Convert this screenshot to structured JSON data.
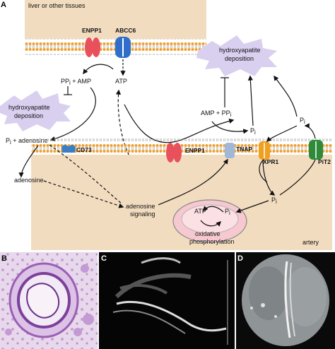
{
  "panel_a": {
    "letter": "A",
    "top_membrane_label": "liver or other tissues",
    "proteins": {
      "enpp1_top": "ENPP1",
      "abcc6": "ABCC6",
      "cd73": "CD73",
      "enpp1_bottom": "ENPP1",
      "tnap": "TNAP",
      "xpr1": "XPR1",
      "pit2": "PiT2"
    },
    "hydroxyapatite_left": [
      "hydroxyapatite",
      "deposition"
    ],
    "hydroxyapatite_right": [
      "hydroxyapatite",
      "deposition"
    ],
    "ppi_amp": "PP",
    "ppi_amp_sub": "i",
    "ppi_amp_rest": " + AMP",
    "atp_top": "ATP",
    "pi_adenosine": "P",
    "pi_adenosine_sub": "i",
    "pi_adenosine_rest": " + adenosine",
    "amp_ppi": "AMP + PP",
    "amp_ppi_sub": "i",
    "pi_mid": "P",
    "pi_mid_sub": "i",
    "pi_right": "P",
    "pi_right_sub": "i",
    "pi_bottom": "P",
    "pi_bottom_sub": "i",
    "adenosine": "adenosine",
    "adenosine_signaling": [
      "adenosine",
      "signaling"
    ],
    "mito_atp": "ATP",
    "mito_pi": "P",
    "mito_pi_sub": "i",
    "oxphos": [
      "oxidative",
      "phosphorylation"
    ],
    "artery": "artery"
  },
  "panel_b": {
    "letter": "B"
  },
  "panel_c": {
    "letter": "C"
  },
  "panel_d": {
    "letter": "D"
  },
  "colors": {
    "tissue": "#f2dcc0",
    "artery": "#f2dcc0",
    "enpp1": "#e8505b",
    "abcc6": "#2f6fc9",
    "cd73": "#3a7fc4",
    "tnap": "#9fb8d8",
    "xpr1": "#f0a020",
    "pit2": "#2e8b3a",
    "burst": "#d9d0f0",
    "mito": "#f6c8d0"
  }
}
